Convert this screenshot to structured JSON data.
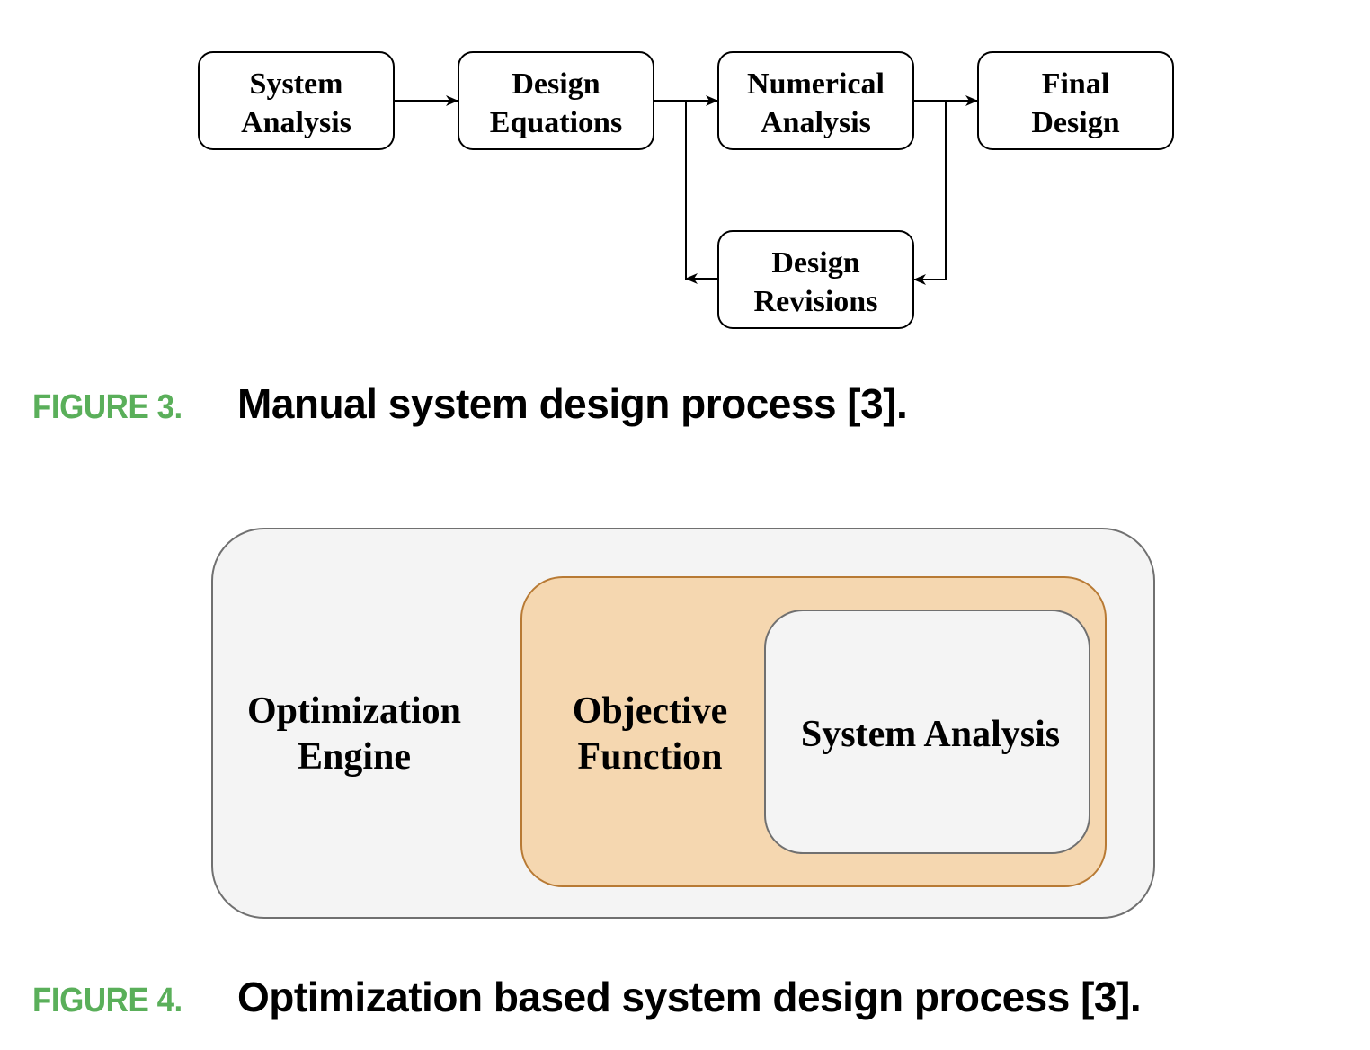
{
  "figure3": {
    "caption_label": "FIGURE 3.",
    "caption_title": "Manual system design process [3].",
    "nodes": {
      "system_analysis": [
        "System",
        "Analysis"
      ],
      "design_equations": [
        "Design",
        "Equations"
      ],
      "numerical_analysis": [
        "Numerical",
        "Analysis"
      ],
      "final_design": [
        "Final",
        "Design"
      ],
      "design_revisions": [
        "Design",
        "Revisions"
      ]
    },
    "edges": [
      {
        "from": "System Analysis",
        "to": "Design Equations"
      },
      {
        "from": "Design Equations",
        "to": "Numerical Analysis"
      },
      {
        "from": "Numerical Analysis",
        "to": "Final Design"
      },
      {
        "from": "Numerical Analysis",
        "to": "Design Revisions"
      },
      {
        "from": "Design Revisions",
        "to": "Numerical Analysis"
      }
    ]
  },
  "figure4": {
    "caption_label": "FIGURE 4.",
    "caption_title": "Optimization based system design process [3].",
    "outer": {
      "label": [
        "Optimization",
        "Engine"
      ],
      "fill": "#f4f4f4",
      "stroke": "#707070"
    },
    "middle": {
      "label": [
        "Objective",
        "Function"
      ],
      "fill": "#f5d7b0",
      "stroke": "#b87a34"
    },
    "inner": {
      "label": "System Analysis",
      "fill": "#f4f4f4",
      "stroke": "#707070"
    }
  },
  "colors": {
    "caption_label": "#5aaf5a",
    "caption_title": "#000000"
  }
}
